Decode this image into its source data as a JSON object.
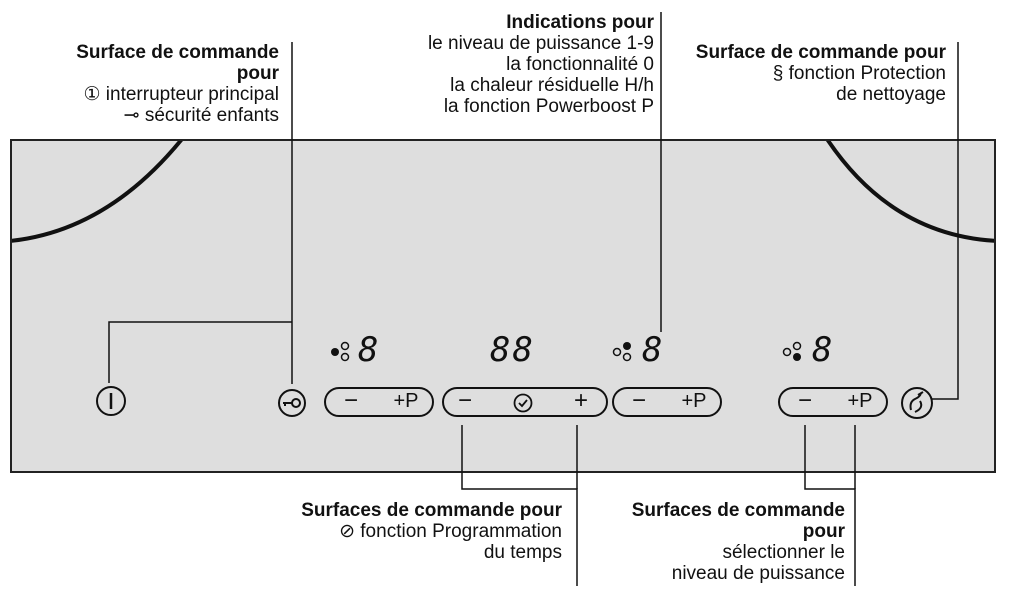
{
  "label_main_switch": {
    "title": "Surface de commande pour",
    "line1": "① interrupteur principal",
    "line2": "⊸ sécurité enfants"
  },
  "label_indications": {
    "title": "Indications pour",
    "line1": "le niveau de puissance 1-9",
    "line2": "la fonctionnalité 0",
    "line3": "la chaleur résiduelle H/h",
    "line4": "la fonction Powerboost P"
  },
  "label_cleaning": {
    "title": "Surface de commande pour",
    "line1": "§ fonction Protection",
    "line2": "de nettoyage"
  },
  "label_timer": {
    "title": "Surfaces de commande pour",
    "line1": "⊘ fonction Programmation",
    "line2": "du temps"
  },
  "label_power": {
    "title": "Surfaces de commande pour",
    "line1": "sélectionner le",
    "line2": "niveau de puissance"
  },
  "display": {
    "zone1": "8",
    "timer": "88",
    "zone2": "8",
    "zone3": "8"
  },
  "buttons": {
    "minus": "−",
    "plus_p": "+P",
    "plus": "+"
  }
}
